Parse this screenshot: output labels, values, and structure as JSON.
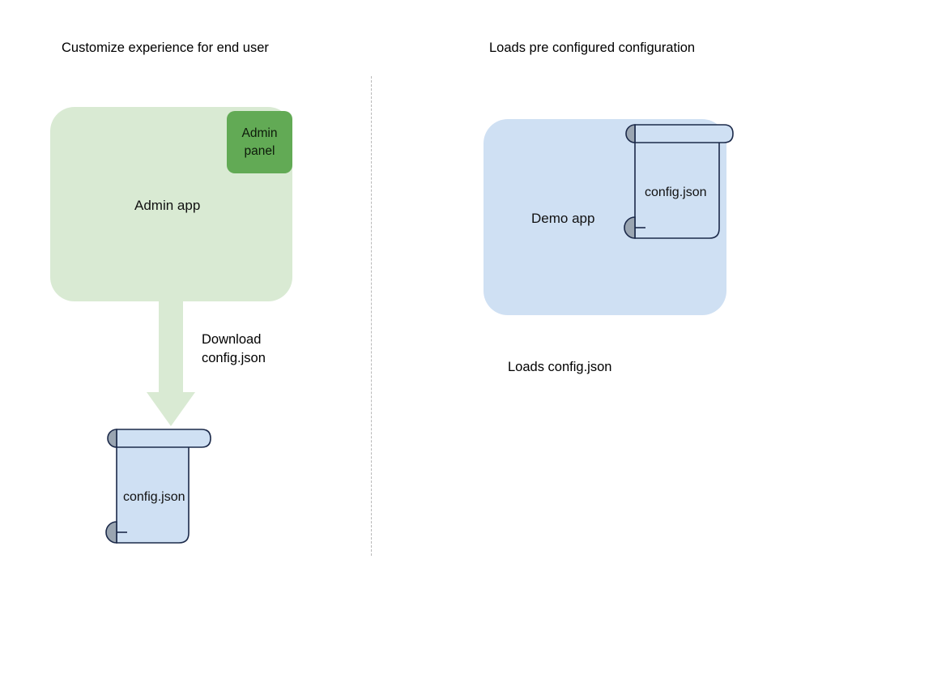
{
  "diagram": {
    "type": "flow-diagram",
    "background_color": "#ffffff",
    "headings": {
      "left": "Customize experience for end user",
      "right": "Loads pre configured configuration"
    },
    "divider": {
      "style": "dashed-vertical",
      "color": "#b9b9b9"
    },
    "left_column": {
      "app_box": {
        "label": "Admin app",
        "fill": "#d9ead3"
      },
      "panel_chip": {
        "label_line1": "Admin",
        "label_line2": "panel",
        "fill": "#62aa55"
      },
      "arrow": {
        "label_line1": "Download",
        "label_line2": "config.json",
        "fill": "#d9ead3",
        "direction": "down"
      },
      "document": {
        "label": "config.json",
        "fill": "#cfe0f3",
        "stroke": "#1c2a4a",
        "curl_fill": "#9aa5b1"
      }
    },
    "right_column": {
      "app_box": {
        "label": "Demo app",
        "fill": "#cfe0f3"
      },
      "document": {
        "label": "config.json",
        "fill": "#cfe0f3",
        "stroke": "#1c2a4a",
        "curl_fill": "#9aa5b1"
      },
      "caption": "Loads config.json"
    }
  }
}
